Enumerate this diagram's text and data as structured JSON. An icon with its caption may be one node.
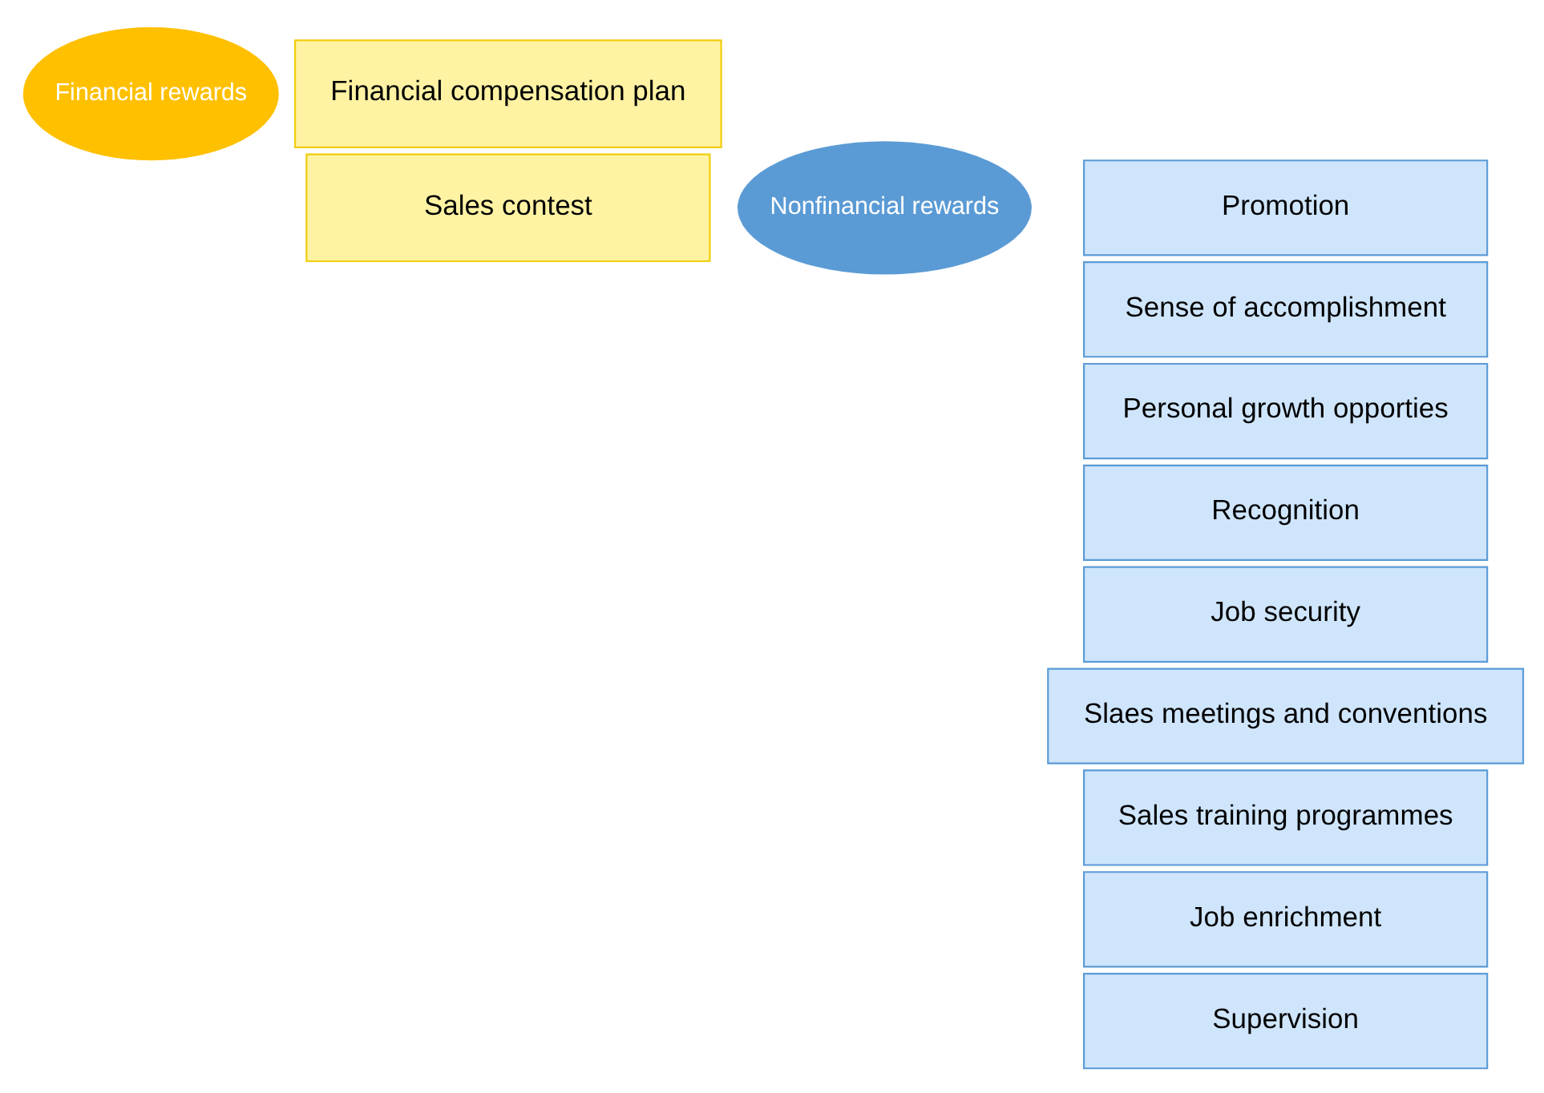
{
  "diagram": {
    "nodes": [
      {
        "text": [
          "Financial rewards"
        ]
      },
      {
        "text": [
          "Financial compensation plan"
        ]
      },
      {
        "text": [
          "Sales contest"
        ]
      },
      {
        "text": [
          "Nonfinancial rewards"
        ]
      },
      {
        "text": [
          "Promotion"
        ]
      },
      {
        "text": [
          "Sense of accomplishment"
        ]
      },
      {
        "text": [
          "Personal growth opporties"
        ]
      },
      {
        "text": [
          "Recognition"
        ]
      },
      {
        "text": [
          "Job security"
        ]
      },
      {
        "text": [
          "Slaes meetings and conventions"
        ]
      },
      {
        "text": [
          "Sales training programmes"
        ]
      },
      {
        "text": [
          "Job enrichment"
        ]
      },
      {
        "text": [
          "Supervision"
        ]
      }
    ]
  }
}
